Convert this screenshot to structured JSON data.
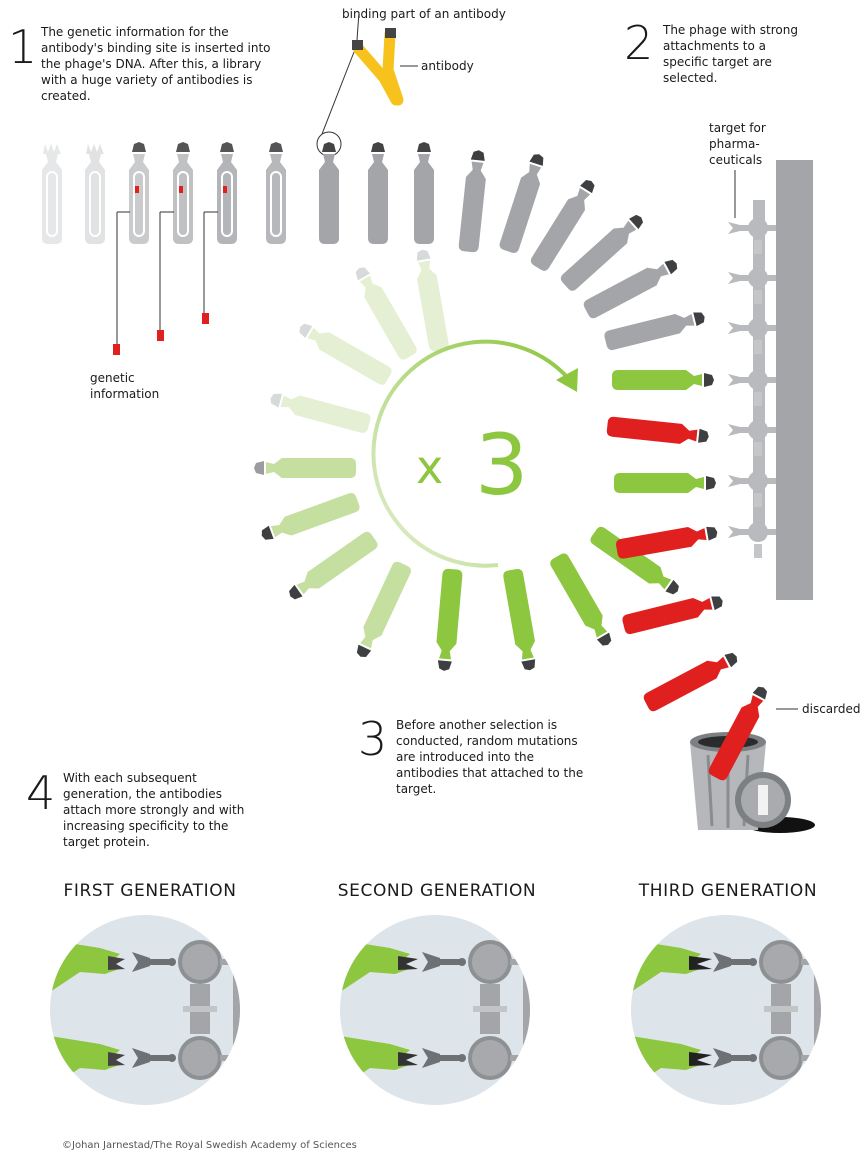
{
  "steps": [
    {
      "num": "1",
      "text_lines": [
        "The genetic information for the",
        "antibody's binding site is inserted into",
        "the phage's DNA. After this, a library",
        "with a huge variety of antibodies is",
        "created."
      ]
    },
    {
      "num": "2",
      "text_lines": [
        "The phage with strong",
        "attachments to a",
        "specific target are",
        "selected."
      ]
    },
    {
      "num": "3",
      "text_lines": [
        "Before another selection is",
        "conducted, random mutations",
        "are introduced into the",
        "antibodies that attached to the",
        "target."
      ]
    },
    {
      "num": "4",
      "text_lines": [
        "With each subsequent",
        "generation, the antibodies",
        "attach more strongly and with",
        "increasing specificity to the",
        "target protein."
      ]
    }
  ],
  "labels": {
    "binding_part": "binding part of an antibody",
    "antibody": "antibody",
    "target_lines": [
      "target for",
      "pharma-",
      "ceuticals"
    ],
    "genetic_lines": [
      "genetic",
      "information"
    ],
    "discarded": "discarded",
    "cycle": "x 3"
  },
  "generations": [
    "FIRST GENERATION",
    "SECOND GENERATION",
    "THIRD GENERATION"
  ],
  "credit": "©Johan Jarnestad/The Royal Swedish Academy of Sciences",
  "colors": {
    "gray": "#a3a5a8",
    "gray_dark": "#5e6163",
    "light_gray": "#d9dadb",
    "green": "#8dc63f",
    "light_green": "#c5dfa0",
    "pale_green": "#e4efd3",
    "red": "#e0201f",
    "yellow": "#f7c21b",
    "circle_bg": "#dde4ea"
  }
}
